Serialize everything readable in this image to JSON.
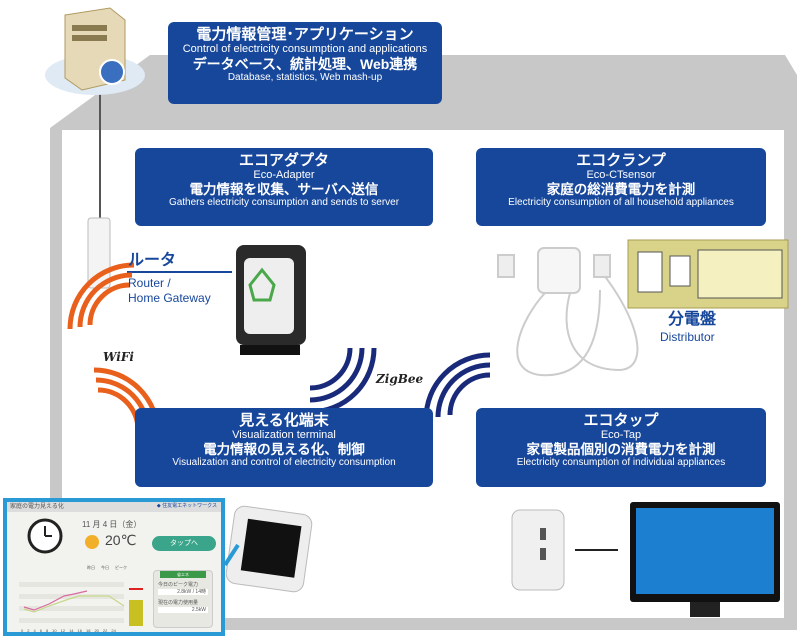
{
  "server_box": {
    "title_jp": "電力情報管理･アプリケーション",
    "title_en": "Control of electricity consumption and applications",
    "sub_jp": "データベース、統計処理、Web連携",
    "sub_en": "Database, statistics, Web mash-up"
  },
  "eco_adapter": {
    "title_jp": "エコアダプタ",
    "title_en": "Eco-Adapter",
    "sub_jp": "電力情報を収集、サーバへ送信",
    "sub_en": "Gathers electricity consumption and sends to server"
  },
  "eco_ctsensor": {
    "title_jp": "エコクランプ",
    "title_en": "Eco-CTsensor",
    "sub_jp": "家庭の総消費電力を計測",
    "sub_en": "Electricity consumption of all household appliances"
  },
  "visualization": {
    "title_jp": "見える化端末",
    "title_en": "Visualization terminal",
    "sub_jp": "電力情報の見える化、制御",
    "sub_en": "Visualization and control of electricity consumption"
  },
  "eco_tap": {
    "title_jp": "エコタップ",
    "title_en": "Eco-Tap",
    "sub_jp": "家電製品個別の消費電力を計測",
    "sub_en": "Electricity consumption of individual appliances"
  },
  "router": {
    "jp": "ルータ",
    "en1": "Router /",
    "en2": "Home Gateway"
  },
  "distributor": {
    "jp": "分電盤",
    "en": "Distributor"
  },
  "wifi_label": "WiFi",
  "zigbee_label": "ZigBee",
  "terminal_screen": {
    "title": "家庭の電力見える化",
    "brand": "◆ 住友電工ネットワークス",
    "date": "11 月 4 日（金）",
    "temp": "20℃",
    "button": "タップへ",
    "legend": [
      "昨日",
      "今日",
      "ピーク"
    ],
    "panel_header": "省エネ",
    "peak_label": "今日のピーク電力",
    "peak_value": "2.8kW / 14時",
    "current_label": "現在の電力使用量",
    "current_value": "2.5kW",
    "x_ticks": [
      "0",
      "2",
      "4",
      "6",
      "8",
      "10",
      "12",
      "14",
      "16",
      "18",
      "20",
      "22",
      "24"
    ]
  },
  "colors": {
    "box_blue": "#17479b",
    "wifi_orange": "#e8601c",
    "zigbee_navy": "#1a2a7a",
    "screen_border": "#2a9ad6"
  }
}
